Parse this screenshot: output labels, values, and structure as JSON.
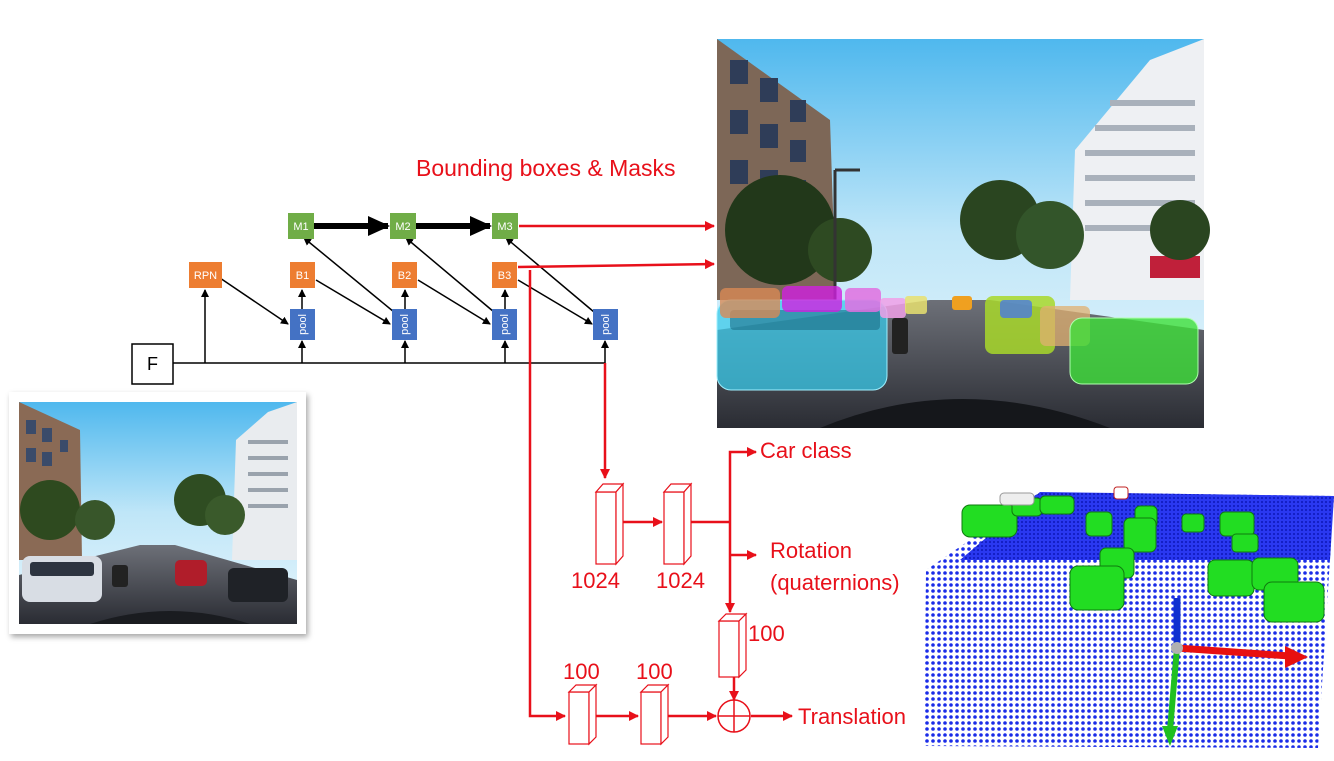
{
  "labels": {
    "bbox_masks": "Bounding boxes & Masks",
    "car_class": "Car class",
    "rotation": "Rotation",
    "quaternions": "(quaternions)",
    "translation": "Translation",
    "fc_1024_a": "1024",
    "fc_1024_b": "1024",
    "fc_100_top": "100",
    "fc_100_a": "100",
    "fc_100_b": "100"
  },
  "nodes": {
    "f": "F",
    "rpn": "RPN",
    "b1": "B1",
    "b2": "B2",
    "b3": "B3",
    "m1": "M1",
    "m2": "M2",
    "m3": "M3",
    "pool": "pool"
  },
  "colors": {
    "accent_red": "#e8101a",
    "mask_green": "#70ad47",
    "box_orange": "#ed7d31",
    "pool_blue": "#4472c4",
    "ground_blue": "#1020e0",
    "car_green": "#22dd22"
  }
}
